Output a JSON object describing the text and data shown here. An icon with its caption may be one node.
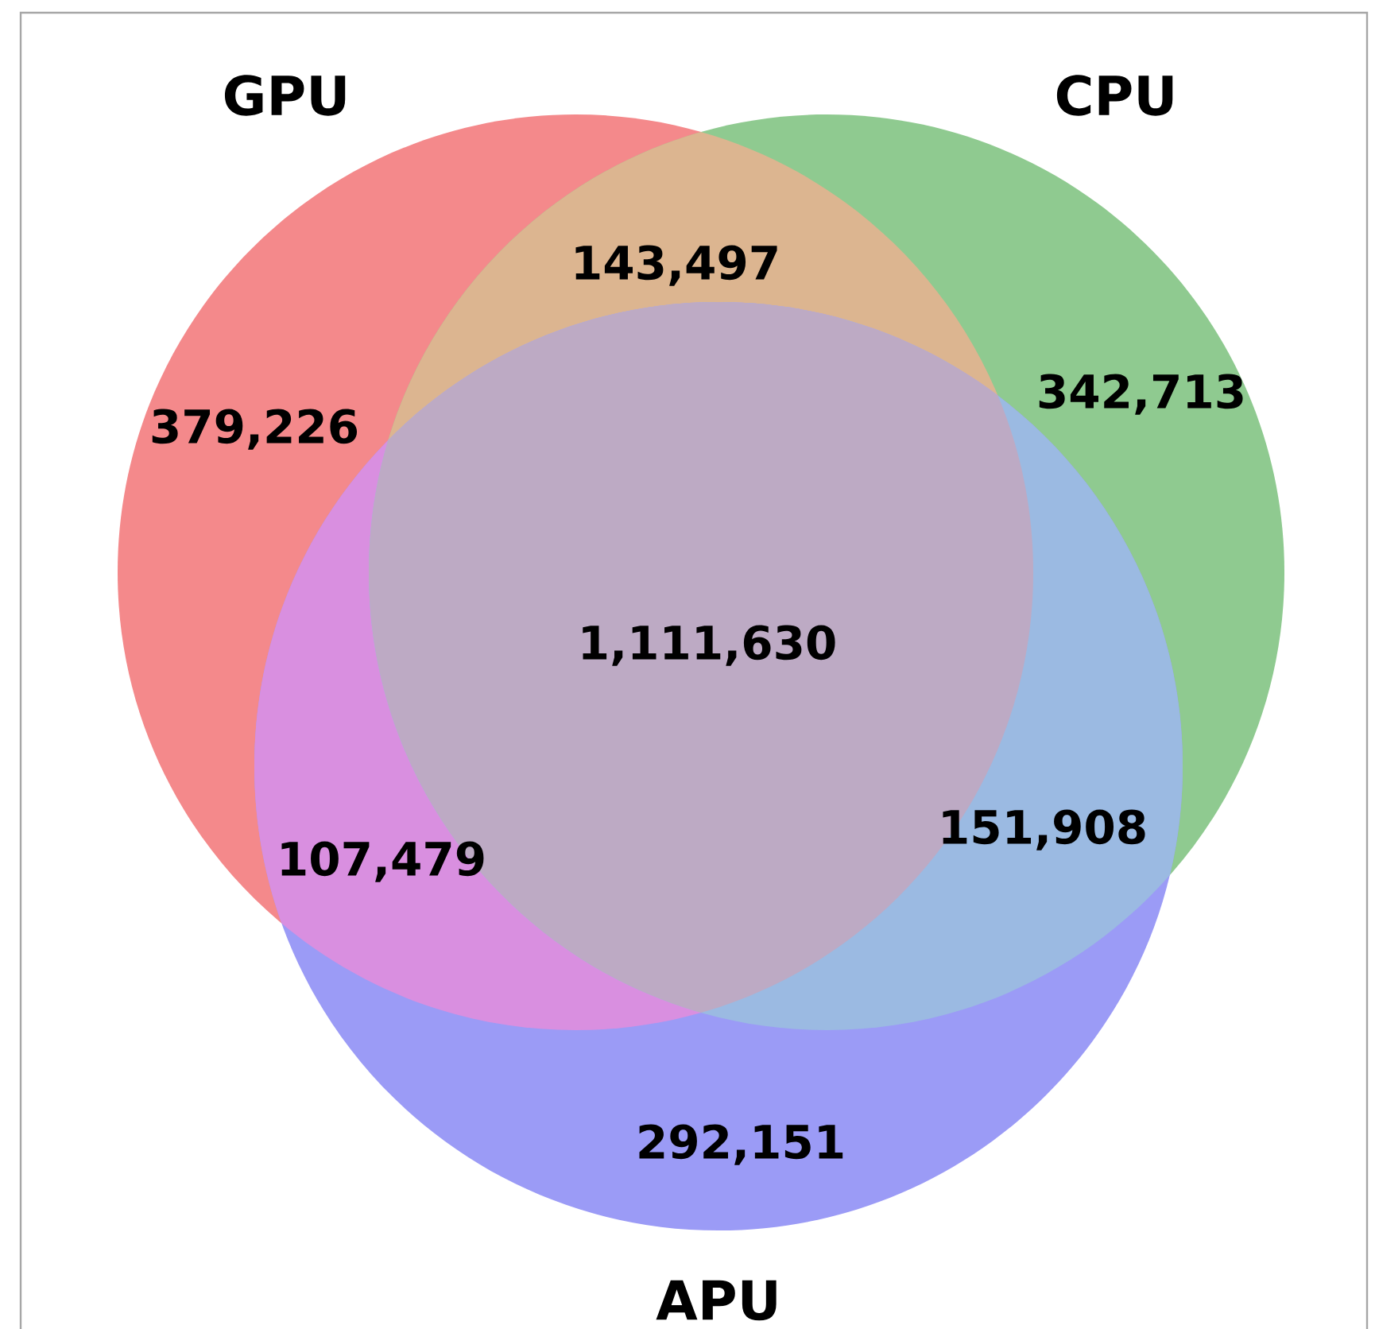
{
  "diagram": {
    "nodes": [
      {
        "text": [
          "GPU"
        ]
      },
      {
        "text": [
          "CPU"
        ]
      },
      {
        "text": [
          "APU"
        ]
      }
    ],
    "labels": [
      "143,497",
      "379,226",
      "342,713",
      "1,111,630",
      "107,479",
      "151,908",
      "292,151"
    ]
  }
}
